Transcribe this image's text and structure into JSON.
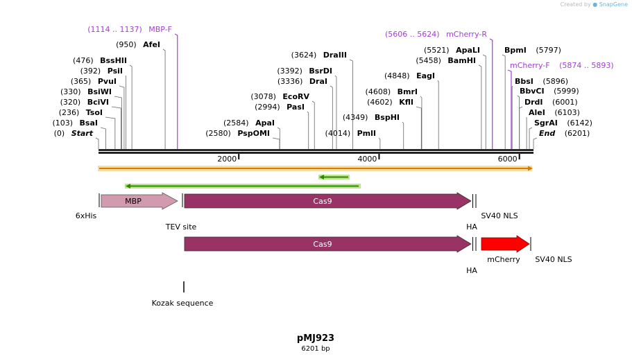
{
  "credit": {
    "prefix": "Created by",
    "brand": "SnapGene"
  },
  "plasmid": {
    "name": "pMJ923",
    "size": "6201 bp",
    "length": 6201
  },
  "sites": [
    {
      "pos": "(0)",
      "name": "Start",
      "bp": 0,
      "kind": "special"
    },
    {
      "pos": "(103)",
      "name": "BsaI",
      "bp": 103
    },
    {
      "pos": "(236)",
      "name": "TsoI",
      "bp": 236
    },
    {
      "pos": "(320)",
      "name": "BciVI",
      "bp": 320
    },
    {
      "pos": "(330)",
      "name": "BsiWI",
      "bp": 330
    },
    {
      "pos": "(365)",
      "name": "PvuI",
      "bp": 365
    },
    {
      "pos": "(392)",
      "name": "PsiI",
      "bp": 392
    },
    {
      "pos": "(476)",
      "name": "BssHII",
      "bp": 476
    },
    {
      "pos": "(950)",
      "name": "AfeI",
      "bp": 950
    },
    {
      "pos": "(1114 .. 1137)",
      "name": "MBP-F",
      "bp": 1125,
      "kind": "primer"
    },
    {
      "pos": "(2580)",
      "name": "PspOMI",
      "bp": 2580
    },
    {
      "pos": "(2584)",
      "name": "ApaI",
      "bp": 2584
    },
    {
      "pos": "(2994)",
      "name": "PasI",
      "bp": 2994
    },
    {
      "pos": "(3078)",
      "name": "EcoRV",
      "bp": 3078
    },
    {
      "pos": "(3336)",
      "name": "DraI",
      "bp": 3336
    },
    {
      "pos": "(3392)",
      "name": "BsrDI",
      "bp": 3392
    },
    {
      "pos": "(3624)",
      "name": "DraIII",
      "bp": 3624
    },
    {
      "pos": "(4014)",
      "name": "PmlI",
      "bp": 4014
    },
    {
      "pos": "(4349)",
      "name": "BspHI",
      "bp": 4349
    },
    {
      "pos": "(4602)",
      "name": "KflI",
      "bp": 4602
    },
    {
      "pos": "(4608)",
      "name": "BmrI",
      "bp": 4608
    },
    {
      "pos": "(4848)",
      "name": "EagI",
      "bp": 4848
    },
    {
      "pos": "(5458)",
      "name": "BamHI",
      "bp": 5458
    },
    {
      "pos": "(5521)",
      "name": "ApaLI",
      "bp": 5521
    },
    {
      "pos": "(5606 .. 5624)",
      "name": "mCherry-R",
      "bp": 5615,
      "kind": "primer"
    },
    {
      "pos": "(5797)",
      "name": "BpmI",
      "bp": 5797,
      "pos_after": true
    },
    {
      "pos": "(5874 .. 5893)",
      "name": "mCherry-F",
      "bp": 5884,
      "kind": "primer",
      "pos_after": true
    },
    {
      "pos": "(5896)",
      "name": "BbsI",
      "bp": 5896,
      "pos_after": true
    },
    {
      "pos": "(5999)",
      "name": "BbvCI",
      "bp": 5999,
      "pos_after": true
    },
    {
      "pos": "(6001)",
      "name": "DrdI",
      "bp": 6001,
      "pos_after": true
    },
    {
      "pos": "(6103)",
      "name": "AleI",
      "bp": 6103,
      "pos_after": true
    },
    {
      "pos": "(6142)",
      "name": "SgrAI",
      "bp": 6142,
      "pos_after": true
    },
    {
      "pos": "(6201)",
      "name": "End",
      "bp": 6201,
      "kind": "special",
      "pos_after": true
    }
  ],
  "ticks": [
    "2000",
    "4000",
    "6000"
  ],
  "features_row1": [
    {
      "name": "6xHis",
      "kind": "small"
    },
    {
      "name": "MBP",
      "kind": "arrow",
      "color": "#d19aae"
    },
    {
      "name": "TEV site",
      "kind": "small"
    },
    {
      "name": "Cas9",
      "kind": "arrow",
      "color": "#993366"
    },
    {
      "name": "HA",
      "kind": "small"
    },
    {
      "name": "SV40 NLS",
      "kind": "small"
    }
  ],
  "features_row2": [
    {
      "name": "Cas9",
      "kind": "arrow",
      "color": "#993366"
    },
    {
      "name": "HA",
      "kind": "small"
    },
    {
      "name": "mCherry",
      "kind": "arrow",
      "color": "#ff0000"
    },
    {
      "name": "SV40 NLS",
      "kind": "small"
    }
  ],
  "features_row3": [
    {
      "name": "Kozak sequence",
      "kind": "small"
    }
  ],
  "colors": {
    "primer": "#a040d0",
    "orf": "#f0a020",
    "green": "#339900",
    "text": "#000000"
  }
}
